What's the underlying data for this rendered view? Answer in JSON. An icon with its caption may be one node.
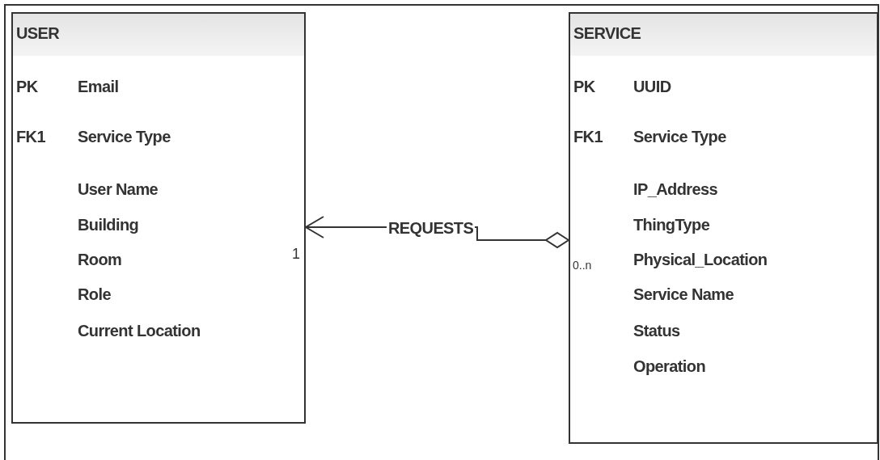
{
  "diagram": {
    "nodes": [
      {
        "text": [
          "USER",
          "PK",
          "Email",
          "FK1",
          "Service Type",
          "User Name",
          "Building",
          "Room",
          "Role",
          "Current Location"
        ]
      },
      {
        "text": [
          "SERVICE",
          "PK",
          "UUID",
          "FK1",
          "Service Type",
          "IP_Address",
          "ThingType",
          "Physical_Location",
          "Service Name",
          "Status",
          "Operation"
        ]
      }
    ],
    "edges": [
      {
        "from": 1,
        "to": 0,
        "arrow": "to",
        "label": "REQUESTS"
      }
    ],
    "labels": [
      "1",
      "0..n"
    ]
  }
}
